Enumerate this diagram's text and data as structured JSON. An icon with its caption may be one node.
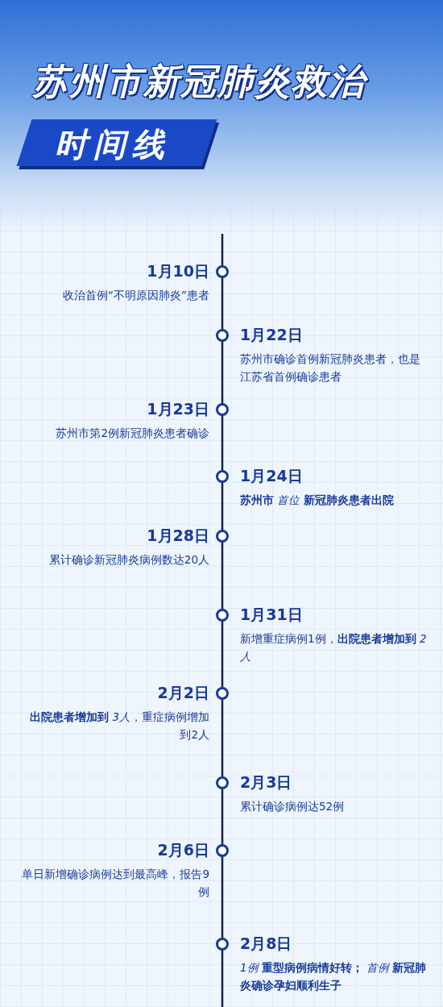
{
  "diagram": {
    "title": "苏州市新冠肺炎救治",
    "labels": [
      "时间线"
    ],
    "nodes": [
      {
        "text": [
          "1月10日",
          "收治首例“不明原因肺炎”患者"
        ]
      },
      {
        "text": [
          "1月22日",
          "苏州市确诊首例新冠肺炎患者，也是江苏省首例确诊患者"
        ]
      },
      {
        "text": [
          "1月23日",
          "苏州市第2例新冠肺炎患者确诊"
        ]
      },
      {
        "text": [
          "1月24日",
          "**苏州市** *首位* **新冠肺炎患者出院**"
        ]
      },
      {
        "text": [
          "1月28日",
          "累计确诊新冠肺炎病例数达20人"
        ]
      },
      {
        "text": [
          "1月31日",
          "新增重症病例1例，**出院患者增加到** *2人*"
        ]
      },
      {
        "text": [
          "2月2日",
          "**出院患者增加到** *3人*，重症病例增加到2人"
        ]
      },
      {
        "text": [
          "2月3日",
          "累计确诊病例达52例"
        ]
      },
      {
        "text": [
          "2月6日",
          "单日新增确诊病例达到最高峰，报告9例"
        ]
      },
      {
        "text": [
          "2月8日",
          "*1例* **重型病例病情好转；** *首例* **新冠肺炎确诊孕妇顺利生子**"
        ]
      }
    ],
    "edges": []
  }
}
